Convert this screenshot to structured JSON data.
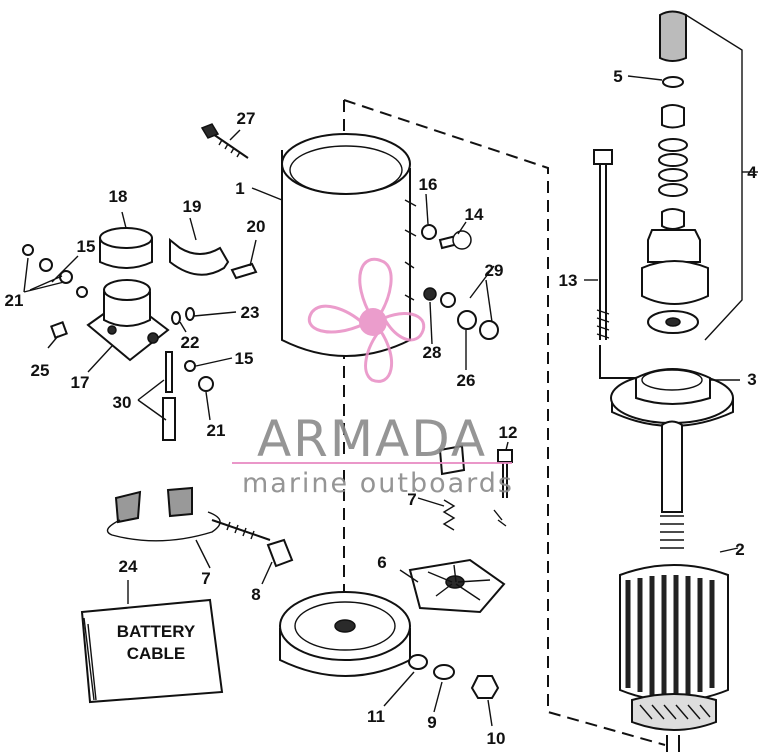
{
  "callouts": [
    "1",
    "2",
    "3",
    "4",
    "5",
    "6",
    "7",
    "7",
    "8",
    "9",
    "10",
    "11",
    "12",
    "13",
    "14",
    "15",
    "15",
    "16",
    "17",
    "18",
    "19",
    "20",
    "21",
    "21",
    "22",
    "23",
    "24",
    "25",
    "26",
    "27",
    "28",
    "29",
    "30"
  ],
  "battery_label": {
    "line1": "BATTERY",
    "line2": "CABLE"
  },
  "watermark": {
    "title": "ARMADA",
    "subtitle": "marine outboards"
  },
  "colors": {
    "line": "#111111",
    "watermark_grey": "#8a8a8a",
    "watermark_pink": "#e88cc4"
  }
}
